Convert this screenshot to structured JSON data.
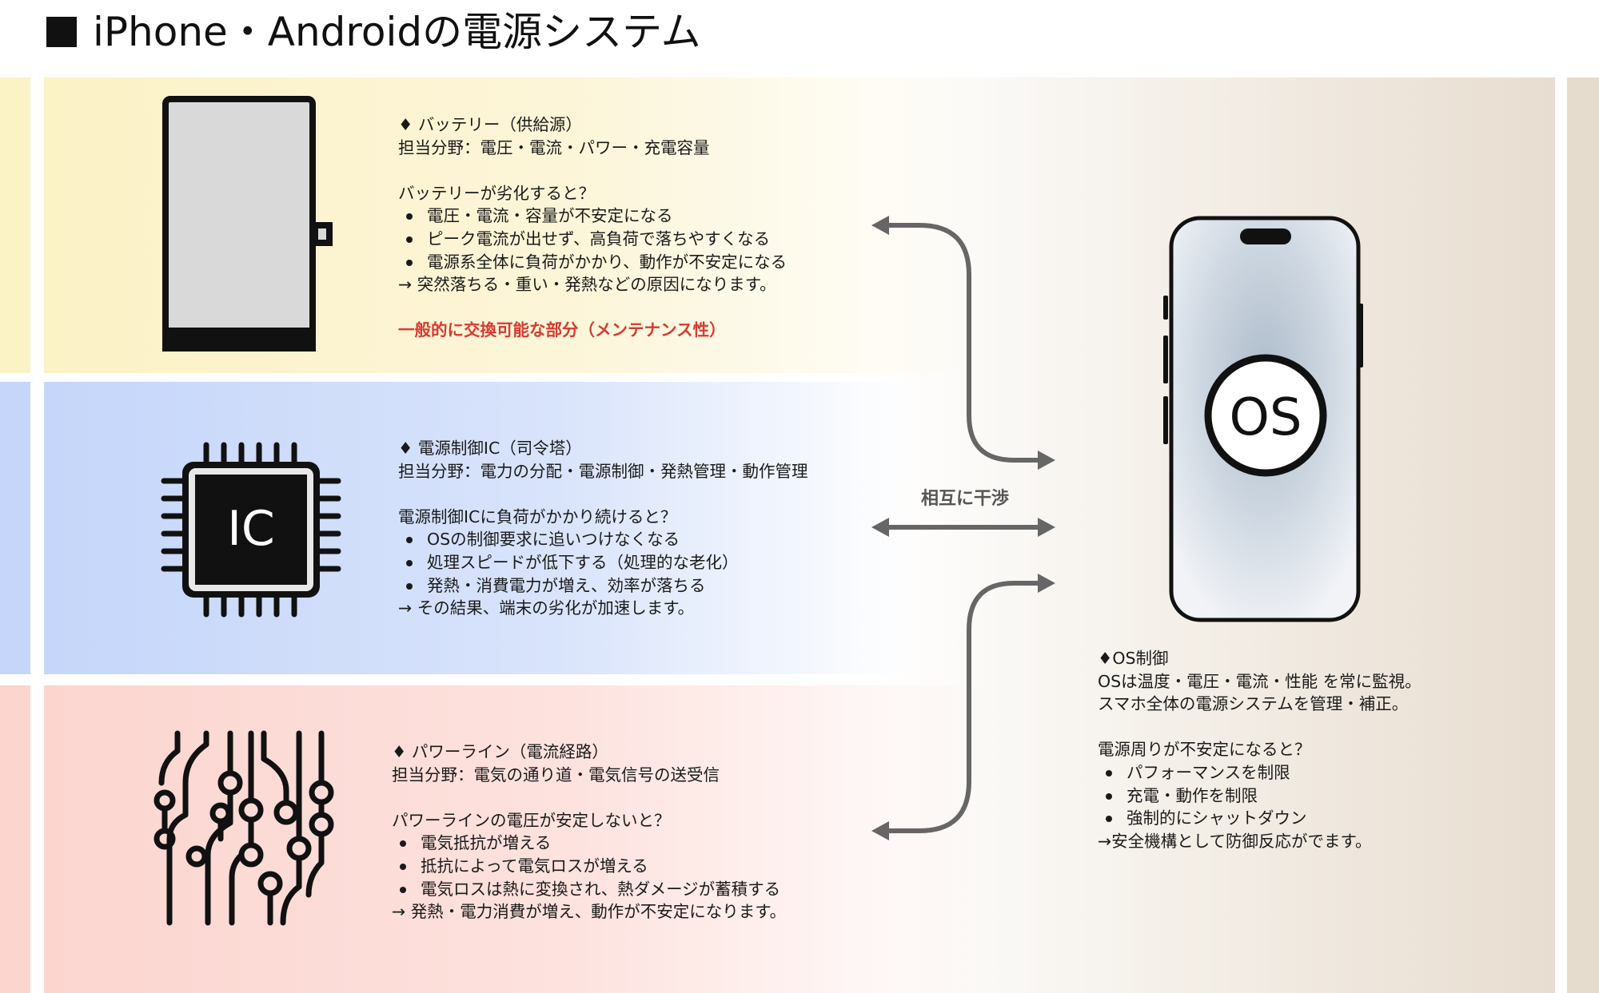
{
  "title": "iPhone・Androidの電源システム",
  "battery": {
    "heading": "♦ バッテリー（供給源）",
    "role": "担当分野：電圧・電流・パワー・充電容量",
    "question": "バッテリーが劣化すると？",
    "bullets": [
      "電圧・電流・容量が不安定になる",
      "ピーク電流が出せず、高負荷で落ちやすくなる",
      "電源系全体に負荷がかかり、動作が不安定になる"
    ],
    "result": "→ 突然落ちる・重い・発熱などの原因になります。",
    "note": "一般的に交換可能な部分（メンテナンス性）"
  },
  "ic": {
    "icon_text": "IC",
    "heading": "♦ 電源制御IC（司令塔）",
    "role": "担当分野：電力の分配・電源制御・発熱管理・動作管理",
    "question": "電源制御ICに負荷がかかり続けると？",
    "bullets": [
      "OSの制御要求に追いつけなくなる",
      "処理スピードが低下する（処理的な老化）",
      "発熱・消費電力が増え、効率が落ちる"
    ],
    "result": "→ その結果、端末の劣化が加速します。"
  },
  "powerline": {
    "heading": "♦ パワーライン（電流経路）",
    "role": "担当分野：電気の通り道・電気信号の送受信",
    "question": "パワーラインの電圧が安定しないと？",
    "bullets": [
      "電気抵抗が増える",
      "抵抗によって電気ロスが増える",
      "電気ロスは熱に変換され、熱ダメージが蓄積する"
    ],
    "result": "→ 発熱・電力消費が増え、動作が不安定になります。"
  },
  "interaction_label": "相互に干渉",
  "os": {
    "icon_text": "OS",
    "heading": "♦OS制御",
    "line1": "OSは温度・電圧・電流・性能 を常に監視。",
    "line2": " スマホ全体の電源システムを管理・補正。",
    "question": "電源周りが不安定になると？",
    "bullets": [
      "パフォーマンスを制限",
      "充電・動作を制限",
      "強制的にシャットダウン"
    ],
    "result": "→安全機構として防御反応がでます。"
  },
  "colors": {
    "battery_band": "#fbf2c6",
    "ic_band": "#c5d6fa",
    "powerline_band": "#fcd5cf",
    "os_background": "#e8ddd0",
    "arrow": "#666666",
    "note_red": "#d63a30"
  }
}
